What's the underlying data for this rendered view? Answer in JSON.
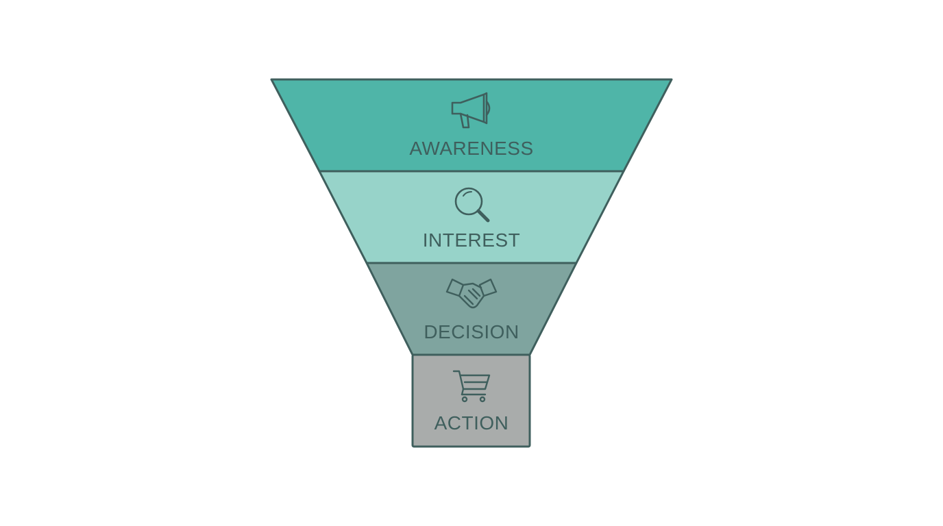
{
  "diagram": {
    "type": "funnel",
    "stroke_color": "#3f5f5d",
    "stages": [
      {
        "label": "AWARENESS",
        "icon": "megaphone-icon",
        "fill": "#4fb5a8"
      },
      {
        "label": "INTEREST",
        "icon": "magnifier-icon",
        "fill": "#97d3c9"
      },
      {
        "label": "DECISION",
        "icon": "handshake-icon",
        "fill": "#7fa49f"
      },
      {
        "label": "ACTION",
        "icon": "shopping-cart-icon",
        "fill": "#a9acab"
      }
    ]
  }
}
